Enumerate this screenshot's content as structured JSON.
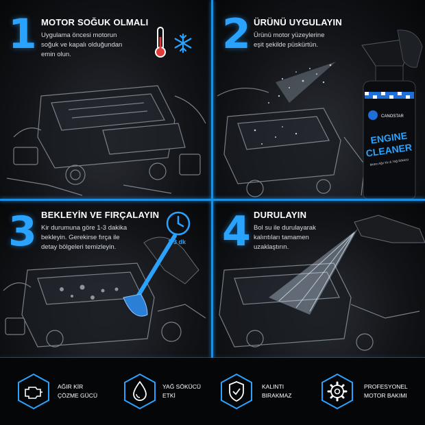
{
  "steps": [
    {
      "number": "1",
      "title": "MOTOR SOĞUK OLMALI",
      "description": [
        "Uygulama öncesi motorun",
        "soğuk ve kapalı olduğundan",
        "emin olun."
      ]
    },
    {
      "number": "2",
      "title": "ÜRÜNÜ UYGULAYIN",
      "description": [
        "Ürünü motor yüzeylerine",
        "eşit şekilde püskürtün."
      ]
    },
    {
      "number": "3",
      "title": "BEKLEYİN VE FIRÇALAYIN",
      "description": [
        "Kir durumuna göre 1-3 dakika",
        "bekleyin. Gerekirse fırça ile",
        "detay bölgeleri temizleyin."
      ],
      "timer_label": "1-3 dk"
    },
    {
      "number": "4",
      "title": "DURULAYIN",
      "description": [
        "Bol su ile durulayarak",
        "kalıntıları tamamen",
        "uzaklaştırın."
      ]
    }
  ],
  "bottle": {
    "brand": "CANOSTAR",
    "line1": "ENGINE",
    "line2": "CLEANER",
    "subtitle": "Motor Ağır Kir & Yağ Sökücü"
  },
  "features": [
    {
      "icon": "engine-icon",
      "lines": [
        "AĞIR KİR",
        "ÇÖZME GÜCÜ"
      ]
    },
    {
      "icon": "drop-icon",
      "lines": [
        "YAĞ SÖKÜCÜ",
        "ETKİ"
      ]
    },
    {
      "icon": "shield-check-icon",
      "lines": [
        "KALINTI",
        "BIRAKMAZ"
      ]
    },
    {
      "icon": "gear-icon",
      "lines": [
        "PROFESYONEL",
        "MOTOR BAKIMI"
      ]
    }
  ],
  "colors": {
    "accent": "#2aa3ff",
    "divider": "#1e8fe0",
    "background": "#050608"
  }
}
